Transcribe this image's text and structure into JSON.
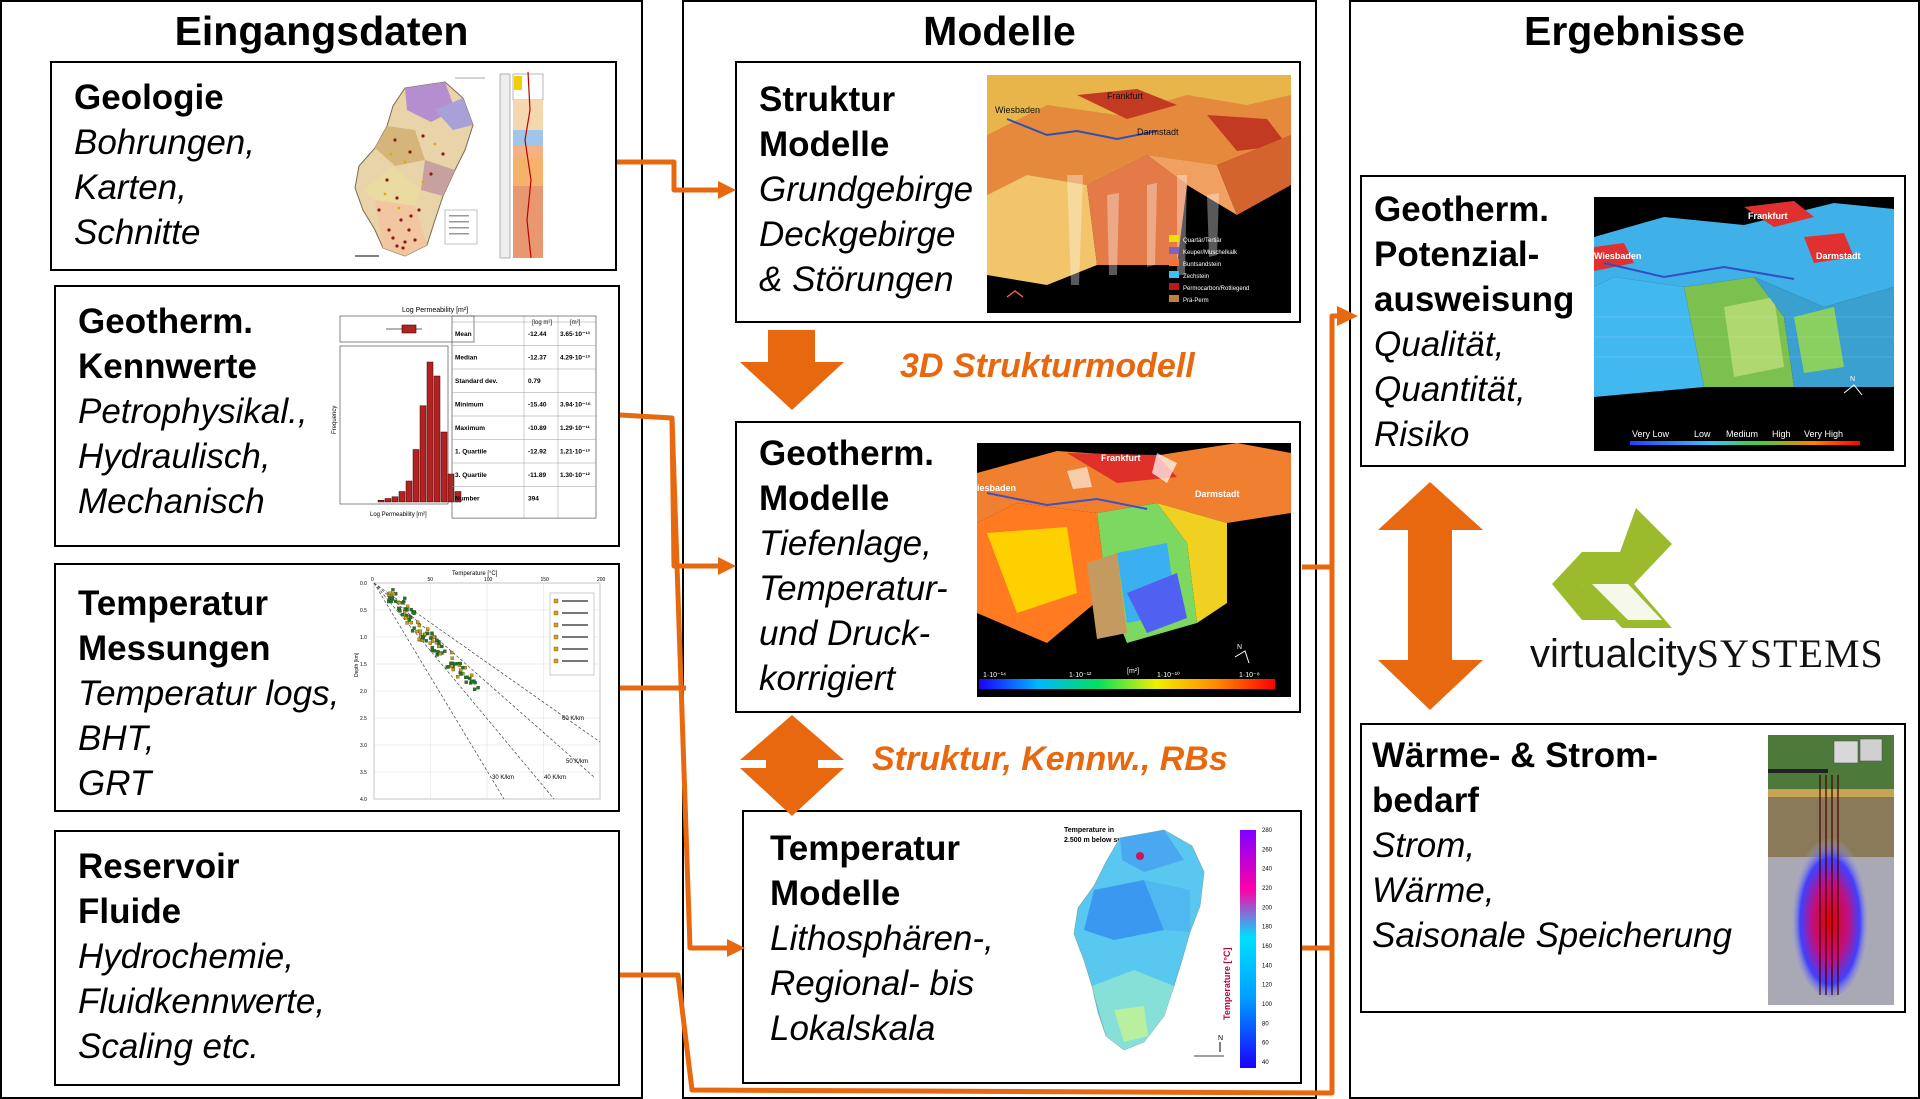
{
  "columns": {
    "inputs": "Eingangsdaten",
    "models": "Modelle",
    "results": "Ergebnisse"
  },
  "inputs": [
    {
      "title": [
        "Geologie"
      ],
      "items": [
        "Bohrungen,",
        "Karten,",
        "Schnitte"
      ]
    },
    {
      "title": [
        "Geotherm.",
        "Kennwerte"
      ],
      "items": [
        "Petrophysikal.,",
        "Hydraulisch,",
        "Mechanisch"
      ]
    },
    {
      "title": [
        "Temperatur",
        "Messungen"
      ],
      "items": [
        "Temperatur logs,",
        "BHT,",
        "GRT"
      ]
    },
    {
      "title": [
        "Reservoir",
        "Fluide"
      ],
      "items": [
        "Hydrochemie,",
        "Fluidkennwerte,",
        "Scaling etc."
      ]
    }
  ],
  "models": [
    {
      "title": [
        "Struktur",
        "Modelle"
      ],
      "items": [
        "Grundgebirge",
        "Deckgebirge",
        "& Störungen"
      ]
    },
    {
      "title": [
        "Geotherm.",
        "Modelle"
      ],
      "items": [
        "Tiefenlage,",
        "Temperatur-",
        "und Druck-",
        "korrigiert"
      ]
    },
    {
      "title": [
        "Temperatur",
        "Modelle"
      ],
      "items": [
        "Lithosphären-,",
        "Regional- bis",
        "Lokalskala"
      ]
    }
  ],
  "results": [
    {
      "title": [
        "Geotherm.",
        "Potenzial-",
        "ausweisung"
      ],
      "items": [
        "Qualität,",
        "Quantität,",
        "Risiko"
      ]
    },
    {
      "title": [
        "Wärme- & Strom-",
        "bedarf"
      ],
      "items": [
        "Strom,",
        "Wärme,",
        "Saisonale Speicherung"
      ]
    }
  ],
  "labels": {
    "structure_model": "3D Strukturmodell",
    "parameters": "Struktur, Kennw., RBs"
  },
  "logo": {
    "part1": "virtualcity",
    "part2": "SYSTEMS"
  },
  "images": {
    "structure": {
      "cities": [
        "Wiesbaden",
        "Frankfurt",
        "Darmstadt"
      ],
      "legend": [
        "Quartär/Tertiär",
        "Keuper/Muschelkalk",
        "Buntsandstein",
        "Zechstein",
        "Permocarbon/Rotliegend",
        "Prä-Perm"
      ]
    },
    "geotherm": {
      "cities": [
        "iesbaden",
        "Frankfurt",
        "Darmstadt"
      ],
      "scale_unit": "[m²]",
      "scale_ticks": [
        "1·10⁻¹⁴",
        "1·10⁻¹²",
        "1·10⁻¹⁰",
        "1·10⁻⁸"
      ]
    },
    "potential": {
      "cities": [
        "Wiesbaden",
        "Frankfurt",
        "Darmstadt"
      ],
      "scale": [
        "Very Low",
        "Low",
        "Medium",
        "High",
        "Very High"
      ]
    },
    "temperature_map": {
      "title": [
        "Temperature in",
        "2.500 m below surface"
      ],
      "axis_label": "Temperature [°C]",
      "ticks": [
        "40",
        "60",
        "80",
        "100",
        "120",
        "140",
        "160",
        "180",
        "200",
        "220",
        "240",
        "260",
        "280"
      ]
    },
    "permeability": {
      "title": "Log Permeability [m²]",
      "ylabel": "Frequency",
      "xlabel": "Log Permeability [m²]",
      "col_headers": [
        "[log m²]",
        "[m²]"
      ],
      "rows": [
        [
          "Mean",
          "-12.44",
          "3.65·10⁻¹³"
        ],
        [
          "Median",
          "-12.37",
          "4.29·10⁻¹³"
        ],
        [
          "Standard dev.",
          "0.79",
          ""
        ],
        [
          "Minimum",
          "-15.40",
          "3.94·10⁻¹⁶"
        ],
        [
          "Maximum",
          "-10.89",
          "1.29·10⁻¹¹"
        ],
        [
          "1. Quartile",
          "-12.92",
          "1.21·10⁻¹³"
        ],
        [
          "3. Quartile",
          "-11.89",
          "1.30·10⁻¹²"
        ],
        [
          "Number",
          "394",
          ""
        ]
      ],
      "histogram": [
        1,
        2,
        3,
        6,
        12,
        30,
        55,
        80,
        72,
        40,
        16,
        6
      ]
    },
    "temp_plot": {
      "title": "Temperature [°C]",
      "ylabel": "Depth [km]",
      "x_ticks": [
        "0",
        "50",
        "100",
        "150",
        "200"
      ],
      "y_ticks": [
        "0.0",
        "0.5",
        "1.0",
        "1.5",
        "2.0",
        "2.5",
        "3.0",
        "3.5",
        "4.0"
      ],
      "gradients": [
        "60 K/km",
        "50 K/km",
        "40 K/km",
        "30 K/km"
      ]
    }
  },
  "colors": {
    "arrow": "#E8680F",
    "label": "#E8680F",
    "logo_green": "#9BBB2C"
  }
}
